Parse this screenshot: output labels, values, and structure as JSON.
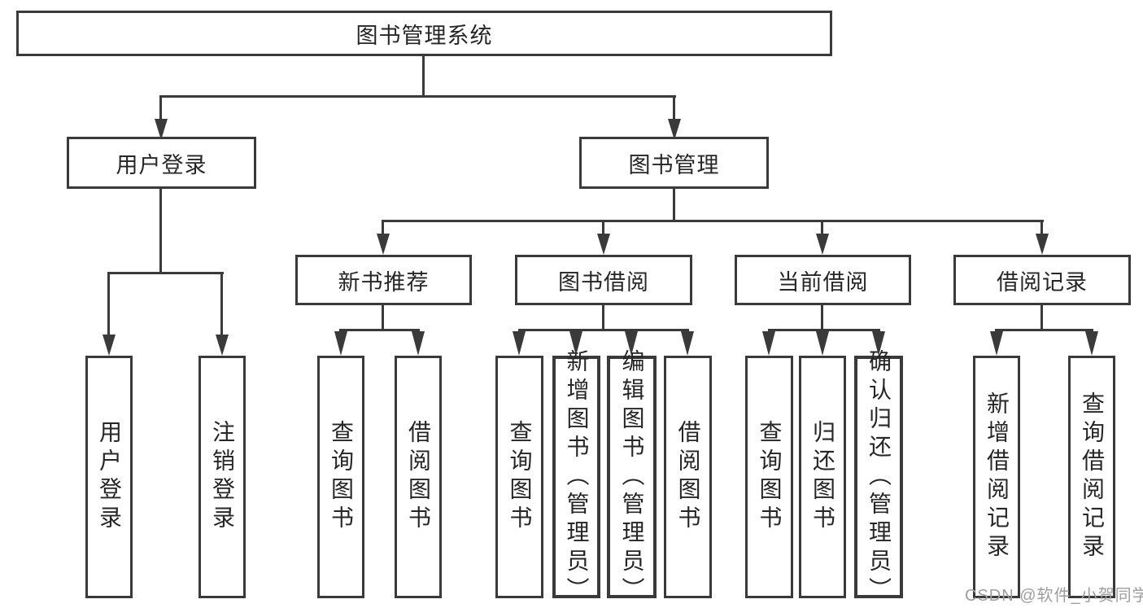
{
  "tree": {
    "root": {
      "label": "图书管理系统"
    },
    "branches": [
      {
        "label": "用户登录",
        "children": [
          {
            "label": "用户登录"
          },
          {
            "label": "注销登录"
          }
        ]
      },
      {
        "label": "图书管理",
        "groups": [
          {
            "label": "新书推荐",
            "children": [
              {
                "label": "查询图书"
              },
              {
                "label": "借阅图书"
              }
            ]
          },
          {
            "label": "图书借阅",
            "children": [
              {
                "label": "查询图书"
              },
              {
                "label": "新增图书（管理员）"
              },
              {
                "label": "编辑图书（管理员）"
              },
              {
                "label": "借阅图书"
              }
            ]
          },
          {
            "label": "当前借阅",
            "children": [
              {
                "label": "查询图书"
              },
              {
                "label": "归还图书"
              },
              {
                "label": "确认归还（管理员）"
              }
            ]
          },
          {
            "label": "借阅记录",
            "children": [
              {
                "label": "新增借阅记录"
              },
              {
                "label": "查询借阅记录"
              }
            ]
          }
        ]
      }
    ]
  },
  "watermark": "CSDN @软件_小贺同学",
  "colors": {
    "line": "#3a3a3a",
    "text": "#262626",
    "background": "#ffffff",
    "watermark": "#9e9e9e"
  }
}
